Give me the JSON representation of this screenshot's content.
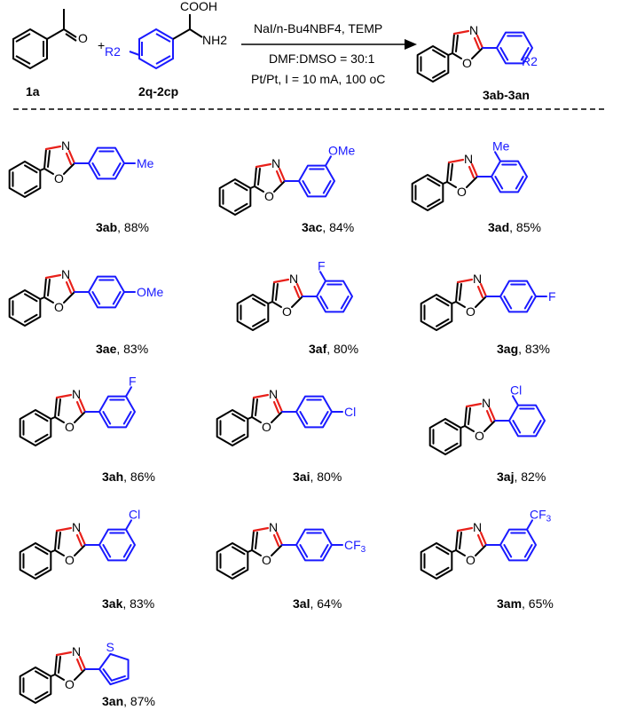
{
  "conditions": {
    "line1": "NaI/n-Bu4NBF4, TEMP",
    "line2": "DMF:DMSO = 30:1",
    "line3": "Pt/Pt, I = 10 mA, 100 oC"
  },
  "reactants": {
    "ketone_id": "1a",
    "amino_acid_id": "2q-2cp",
    "plus": "+",
    "cooh": "COOH",
    "nh2": "NH2",
    "r2": "R2"
  },
  "product_label": "3ab-3an",
  "atoms": {
    "N": "N",
    "O": "O",
    "O_carbonyl": "O"
  },
  "products": [
    {
      "id": "3ab",
      "yield": ", 88%",
      "sub": "Me"
    },
    {
      "id": "3ac",
      "yield": ", 84%",
      "sub": "OMe"
    },
    {
      "id": "3ad",
      "yield": ", 85%",
      "sub": "Me"
    },
    {
      "id": "3ae",
      "yield": ", 83%",
      "sub": "OMe"
    },
    {
      "id": "3af",
      "yield": ", 80%",
      "sub": "F"
    },
    {
      "id": "3ag",
      "yield": ", 83%",
      "sub": "F"
    },
    {
      "id": "3ah",
      "yield": ", 86%",
      "sub": "F"
    },
    {
      "id": "3ai",
      "yield": ", 80%",
      "sub": "Cl"
    },
    {
      "id": "3aj",
      "yield": ", 82%",
      "sub": "Cl"
    },
    {
      "id": "3ak",
      "yield": ", 83%",
      "sub": "Cl"
    },
    {
      "id": "3al",
      "yield": ", 64%",
      "sub": "CF3"
    },
    {
      "id": "3am",
      "yield": ", 65%",
      "sub": "CF3"
    },
    {
      "id": "3an",
      "yield": ", 87%",
      "sub": "S"
    }
  ],
  "colors": {
    "ink": "#000000",
    "blue": "#1a1aff",
    "red": "#e8201a"
  }
}
